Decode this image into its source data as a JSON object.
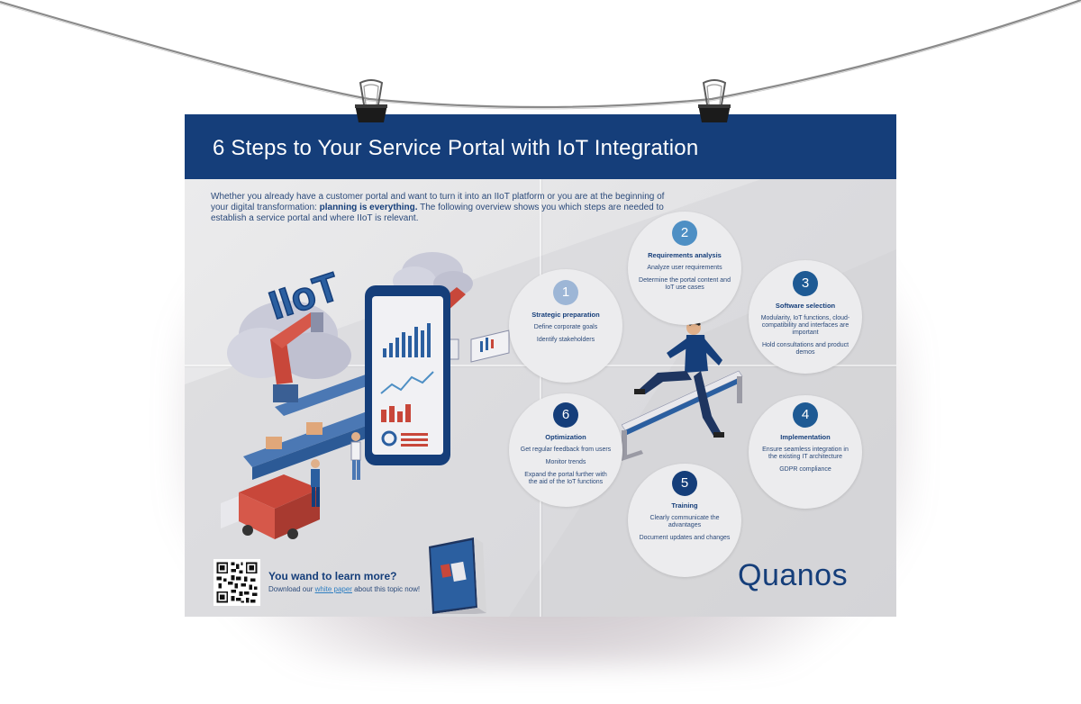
{
  "poster": {
    "title": "6 Steps to Your Service Portal with IoT Integration",
    "intro_part1": "Whether you already have a customer portal and want to turn it into an IIoT platform or you are at the beginning of your digital transformation: ",
    "intro_bold": "planning is everything.",
    "intro_part2": " The following overview shows you which steps are needed to establish a service portal and where IIoT is relevant.",
    "illustration_label": "IIoT"
  },
  "steps": [
    {
      "num": "1",
      "title": "Strategic preparation",
      "items": [
        "Define corporate goals",
        "Identify stakeholders"
      ],
      "color": "#9db6d6"
    },
    {
      "num": "2",
      "title": "Requirements analysis",
      "items": [
        "Analyze user requirements",
        "Determine the portal content and IoT use cases"
      ],
      "color": "#4e8fc4"
    },
    {
      "num": "3",
      "title": "Software selection",
      "items": [
        "Modularity, IoT functions, cloud-compatibility and interfaces are important",
        "Hold consultations and product demos"
      ],
      "color": "#1e5a94"
    },
    {
      "num": "4",
      "title": "Implementation",
      "items": [
        "Ensure seamless integration in the existing IT architecture",
        "GDPR compliance"
      ],
      "color": "#1e5a94"
    },
    {
      "num": "5",
      "title": "Training",
      "items": [
        "Clearly communicate the advantages",
        "Document updates and changes"
      ],
      "color": "#153e7a"
    },
    {
      "num": "6",
      "title": "Optimization",
      "items": [
        "Get regular feedback from users",
        "Monitor trends",
        "Expand the portal further with the aid of the IoT functions"
      ],
      "color": "#153e7a"
    }
  ],
  "learn_more": {
    "title": "You wand to learn more?",
    "text_before": "Download our ",
    "link": "white paper",
    "text_after": " about this topic now!"
  },
  "brand": {
    "logo": "Quanos",
    "primary": "#153e7a",
    "accent_red": "#c8473a"
  }
}
